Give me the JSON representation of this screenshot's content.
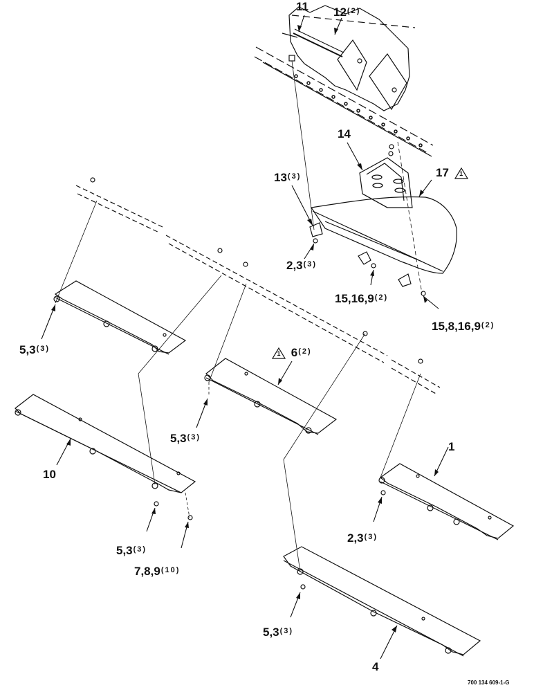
{
  "callouts": {
    "c11": {
      "num": "11",
      "qty": ""
    },
    "c12": {
      "num": "12",
      "qty": "(2)"
    },
    "c14": {
      "num": "14",
      "qty": ""
    },
    "c13": {
      "num": "13",
      "qty": "(3)"
    },
    "c17": {
      "num": "17",
      "qty": "",
      "triangle": "1"
    },
    "c23a": {
      "num": "2,3",
      "qty": "(3)"
    },
    "c15a": {
      "num": "15,16,9",
      "qty": "(2)"
    },
    "c15b": {
      "num": "15,8,16,9",
      "qty": "(2)"
    },
    "c53a": {
      "num": "5,3",
      "qty": "(3)"
    },
    "c6": {
      "num": "6",
      "qty": "(2)",
      "triangle": "1"
    },
    "c53b": {
      "num": "5,3",
      "qty": "(3)"
    },
    "c10": {
      "num": "10",
      "qty": ""
    },
    "c1": {
      "num": "1",
      "qty": ""
    },
    "c53c": {
      "num": "5,3",
      "qty": "(3)"
    },
    "c789": {
      "num": "7,8,9",
      "qty": "(10)"
    },
    "c23b": {
      "num": "2,3",
      "qty": "(3)"
    },
    "c53d": {
      "num": "5,3",
      "qty": "(3)"
    },
    "c4": {
      "num": "4",
      "qty": ""
    }
  },
  "document_number": "700 134 609-1-G",
  "colors": {
    "line": "#111111",
    "paper": "#ffffff"
  }
}
